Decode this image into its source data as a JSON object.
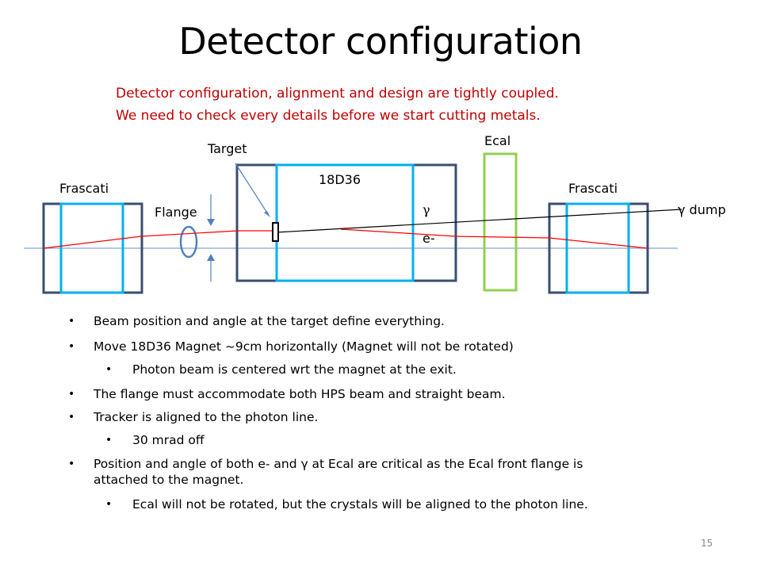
{
  "title": "Detector configuration",
  "notes": [
    "Detector configuration, alignment and design are tightly coupled.",
    "We need to check every details before we start cutting metals."
  ],
  "diagram": {
    "labels": {
      "target": "Target",
      "magnet": "18D36",
      "ecal": "Ecal",
      "frascati_left": "Frascati",
      "frascati_right": "Frascati",
      "flange": "Flange",
      "gamma": "γ",
      "electron": "e-",
      "gamma_dump": "γ dump"
    },
    "colors": {
      "frame": "#3a4f70",
      "magnet_gap": "#00b0f0",
      "ecal": "#92d050",
      "beam": "#ff0000",
      "axis": "#7fa6d8",
      "photon": "#000000",
      "arrow": "#4f81bd"
    }
  },
  "bullets": [
    {
      "level": 1,
      "text": "Beam position and angle at the target define everything."
    },
    {
      "level": 1,
      "text": "Move 18D36 Magnet ~9cm horizontally (Magnet will not be rotated)"
    },
    {
      "level": 2,
      "text": "Photon beam is centered wrt the magnet at the exit."
    },
    {
      "level": 1,
      "text": "The flange must accommodate both HPS beam and straight beam."
    },
    {
      "level": 1,
      "text": "Tracker is aligned  to the photon line."
    },
    {
      "level": 2,
      "text": "30 mrad off"
    },
    {
      "level": 1,
      "text": "Position and angle of both e- and γ at Ecal are critical as the Ecal front flange is"
    },
    {
      "level": 1,
      "text": "attached to the magnet."
    },
    {
      "level": 2,
      "text": "Ecal will not be rotated, but the crystals will be aligned to the photon line."
    }
  ],
  "page_number": "15"
}
